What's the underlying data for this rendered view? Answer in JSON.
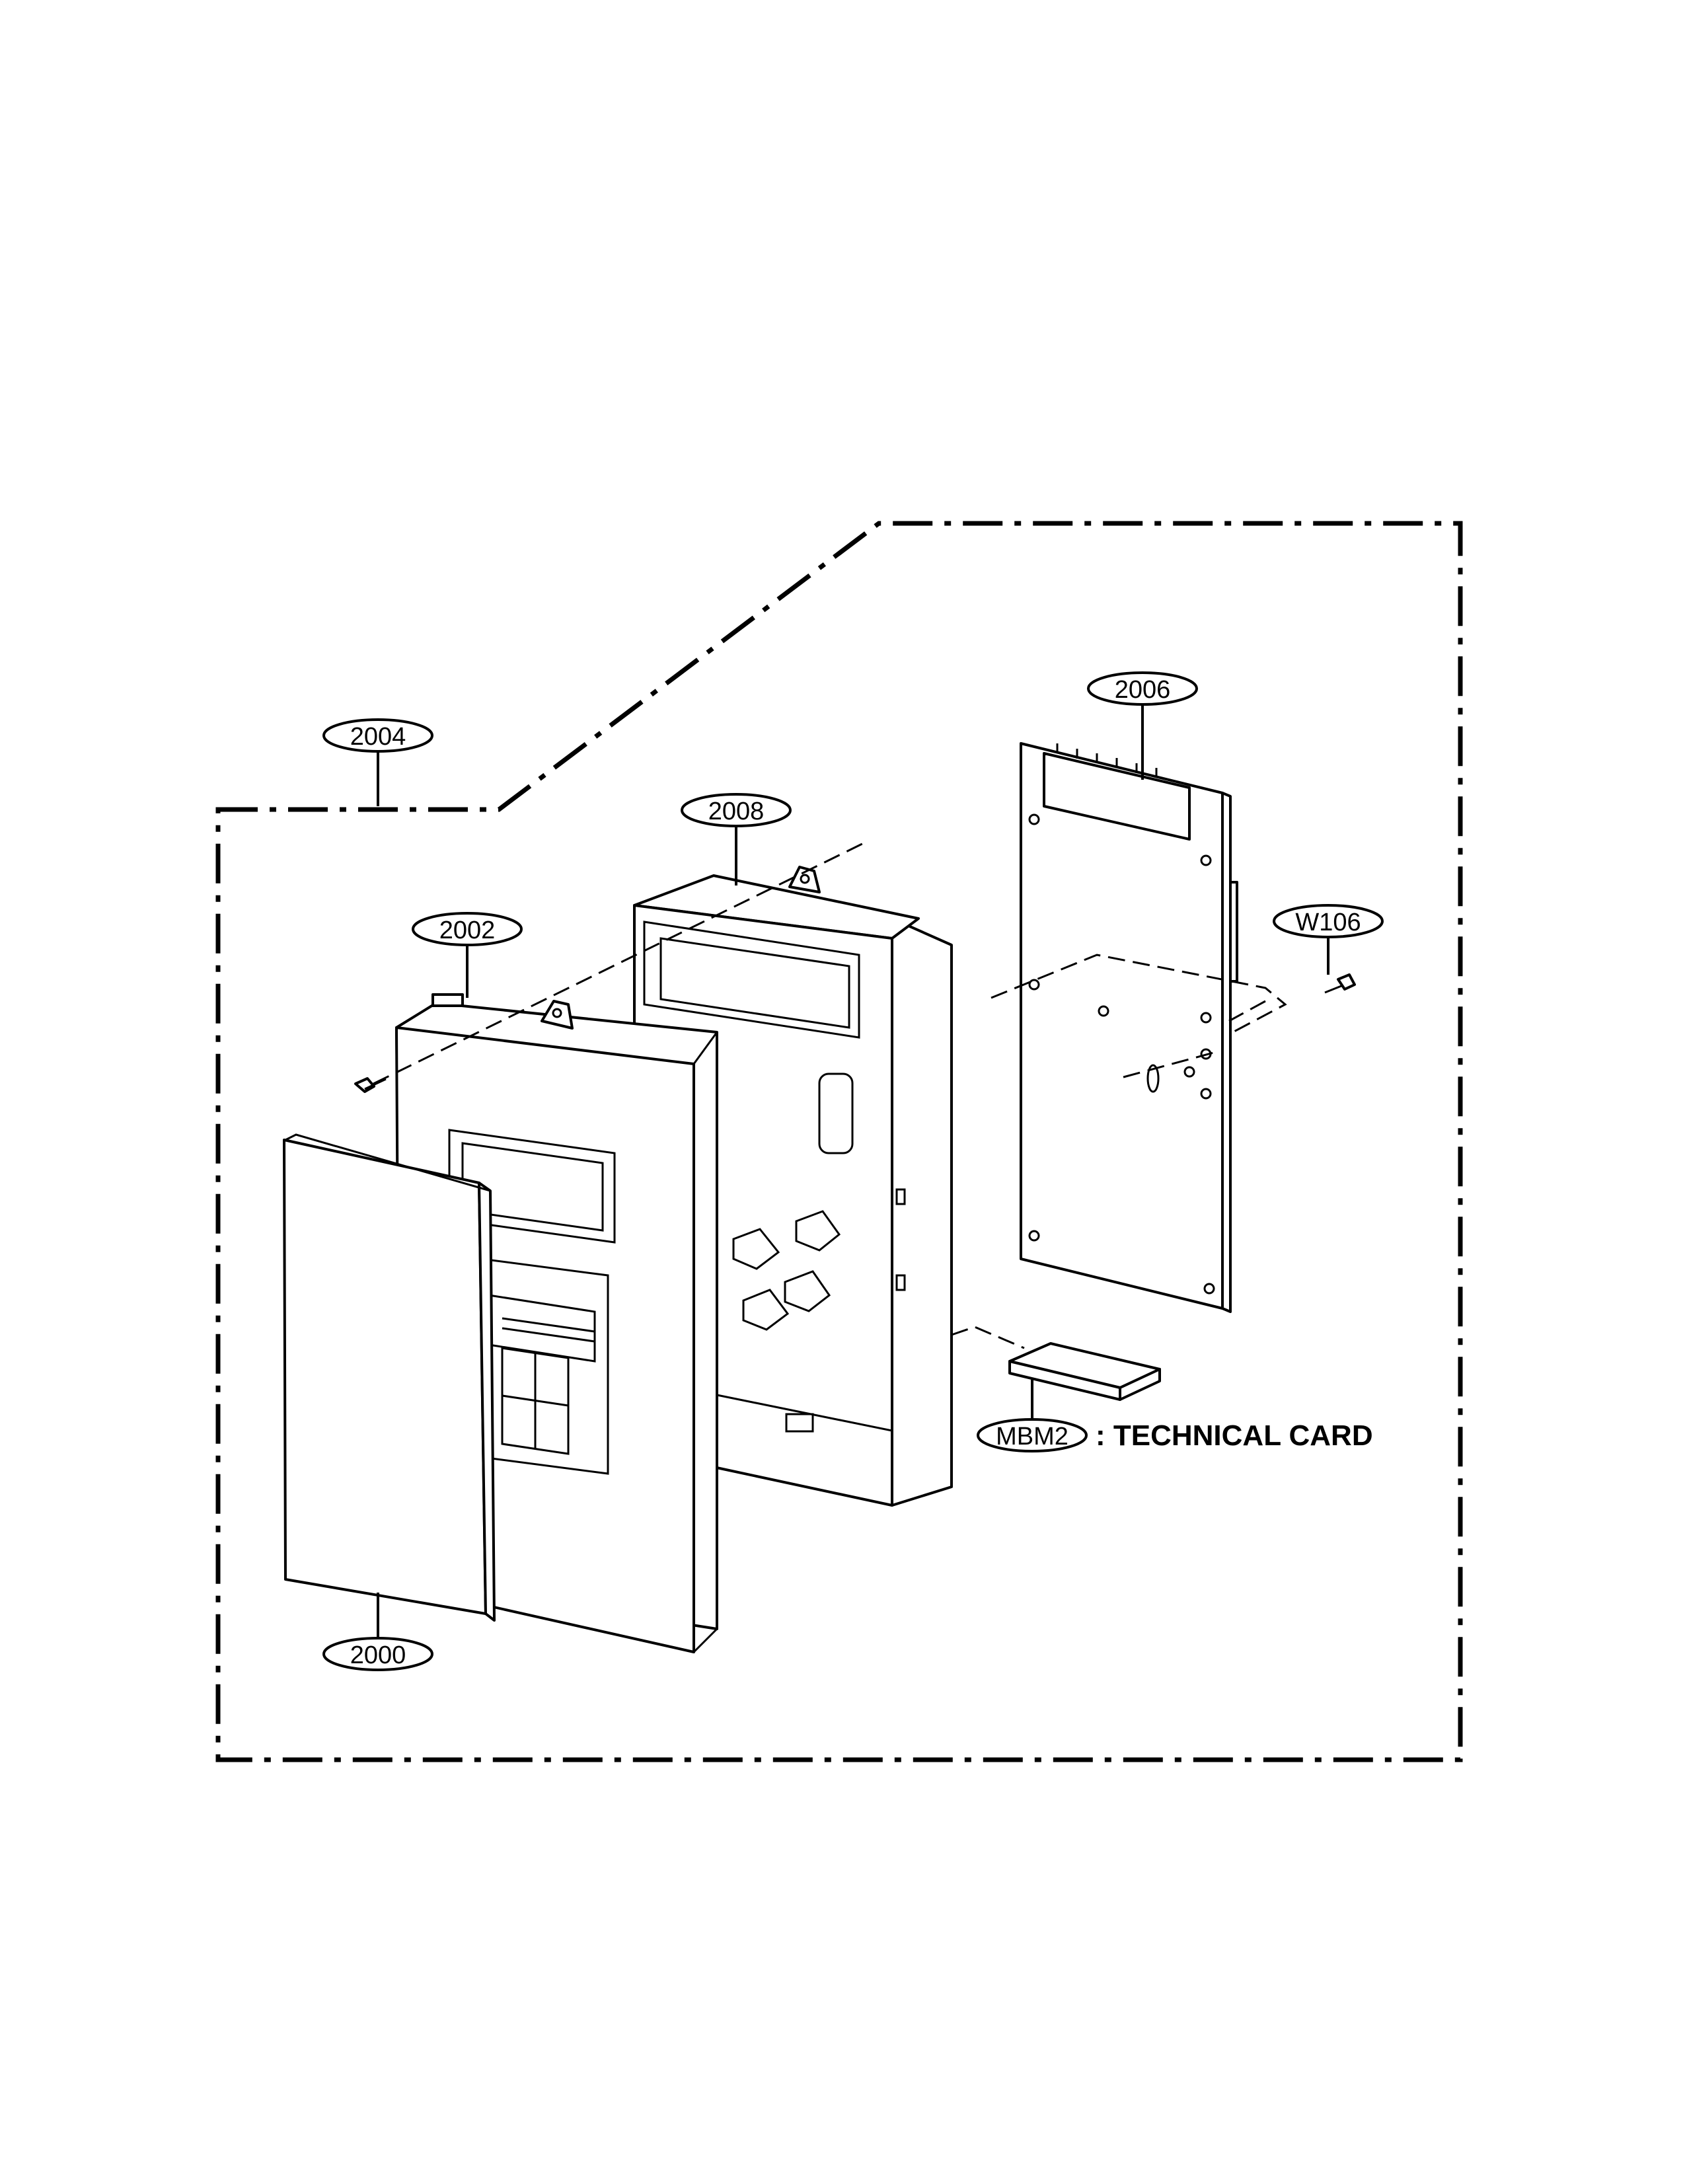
{
  "callouts": {
    "c2004": "2004",
    "c2006": "2006",
    "c2008": "2008",
    "c2002": "2002",
    "cW106": "W106",
    "cMBM2": "MBM2",
    "c2000": "2000"
  },
  "notes": {
    "mbm2_description": ": TECHNICAL CARD"
  }
}
